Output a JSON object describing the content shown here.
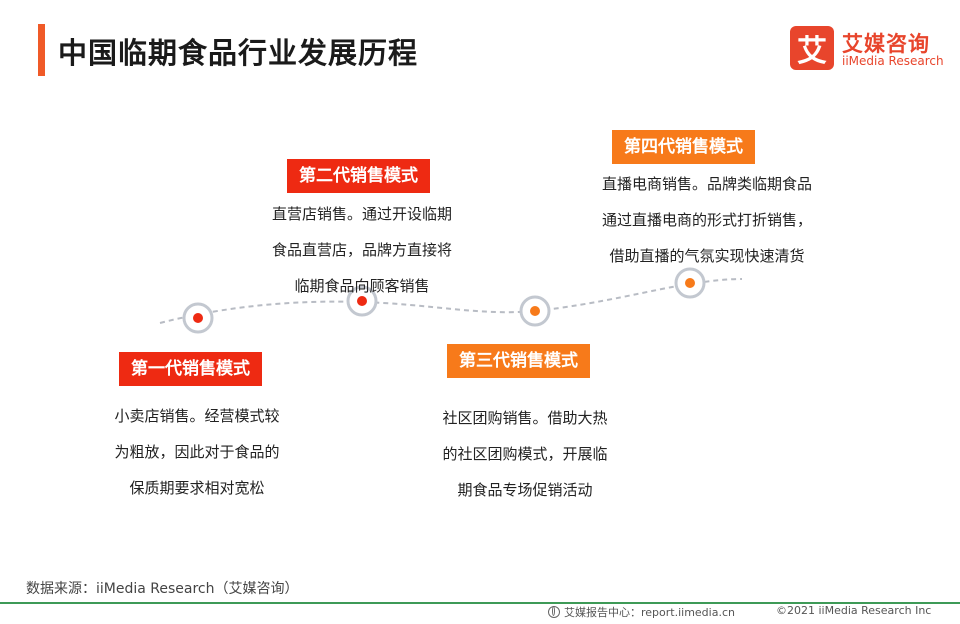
{
  "header": {
    "title": "中国临期食品行业发展历程"
  },
  "logo": {
    "mark": "艾",
    "name_cn": "艾媒咨询",
    "name_en": "iiMedia Research"
  },
  "stages": [
    {
      "label": "第一代销售模式",
      "color": "#ee2a12",
      "lines": [
        "小卖店销售。经营模式较",
        "为粗放，因此对于食品的",
        "保质期要求相对宽松"
      ]
    },
    {
      "label": "第二代销售模式",
      "color": "#ee2a12",
      "lines": [
        "直营店销售。通过开设临期",
        "食品直营店，品牌方直接将",
        "临期食品向顾客销售"
      ]
    },
    {
      "label": "第三代销售模式",
      "color": "#f77a1a",
      "lines": [
        "社区团购销售。借助大热",
        "的社区团购模式，开展临",
        "期食品专场促销活动"
      ]
    },
    {
      "label": "第四代销售模式",
      "color": "#f77a1a",
      "lines": [
        "直播电商销售。品牌类临期食品",
        "通过直播电商的形式打折销售，",
        "借助直播的气氛实现快速清货"
      ]
    }
  ],
  "footer": {
    "source": "数据来源：iiMedia Research（艾媒咨询）",
    "center": "艾媒报告中心：report.iimedia.cn",
    "copyright": "©2021  iiMedia Research  Inc"
  },
  "colors": {
    "accent": "#f05a28",
    "red": "#ee2a12",
    "orange": "#f77a1a",
    "footer_line": "#3e9a57"
  }
}
